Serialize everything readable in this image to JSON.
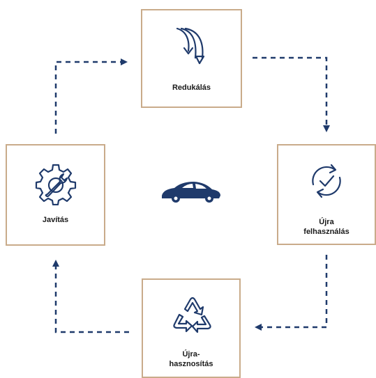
{
  "steps": {
    "reduce": {
      "label": "Redukálás",
      "icon": "reduce-arrows-icon"
    },
    "reuse": {
      "label_line1": "Újra",
      "label_line2": "felhasználás",
      "icon": "refresh-check-icon"
    },
    "recycle": {
      "label_line1": "Újra-",
      "label_line2": "hasznosítás",
      "icon": "recycle-icon"
    },
    "repair": {
      "label": "Javítás",
      "icon": "gear-wrench-icon"
    }
  },
  "center": {
    "icon": "car-icon"
  },
  "colors": {
    "primary": "#1f3a6b",
    "box_border": "#c9ab8a",
    "text": "#1a1a1a"
  }
}
